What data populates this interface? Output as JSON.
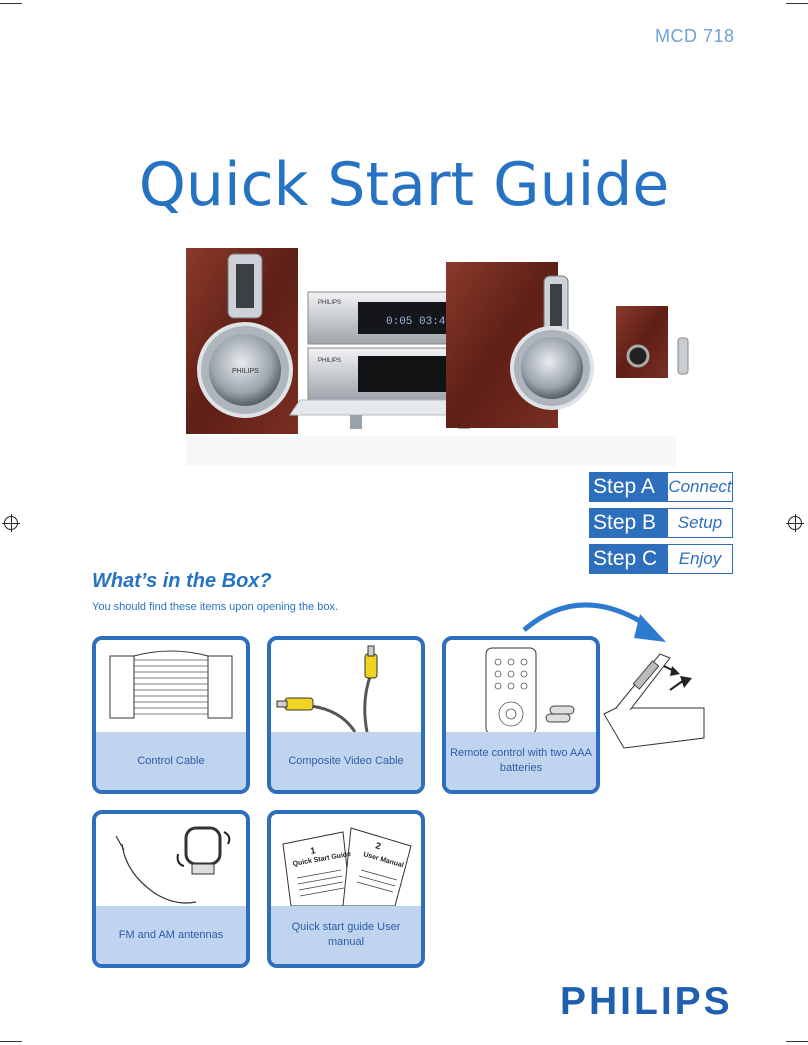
{
  "header": {
    "model": "MCD 718",
    "title": "Quick Start Guide"
  },
  "product_image": {
    "speaker_brand": "PHILIPS",
    "display_text": "0:05 03:45"
  },
  "steps": [
    {
      "label": "Step A",
      "action": "Connect"
    },
    {
      "label": "Step B",
      "action": "Setup"
    },
    {
      "label": "Step C",
      "action": "Enjoy"
    }
  ],
  "box": {
    "title": "What’s in the Box?",
    "subtitle": "You should find these items upon opening the box.",
    "items": [
      {
        "caption": "Control Cable",
        "icon": "control-cable-icon"
      },
      {
        "caption": "Composite Video Cable",
        "icon": "video-cable-icon"
      },
      {
        "caption": "Remote control with two AAA batteries",
        "icon": "remote-control-icon"
      },
      {
        "caption": "FM and AM antennas",
        "icon": "antenna-icon"
      },
      {
        "caption": "Quick start guide User manual",
        "icon": "manuals-icon"
      }
    ],
    "manual_labels": {
      "guide_num": "1",
      "guide": "Quick Start Guide",
      "manual_num": "2",
      "manual": "User Manual"
    }
  },
  "brand": {
    "logo": "PHILIPS"
  },
  "colors": {
    "accent": "#2673c3",
    "caption_bg": "#c0d3ef",
    "step_bg": "#2d6fbd"
  }
}
